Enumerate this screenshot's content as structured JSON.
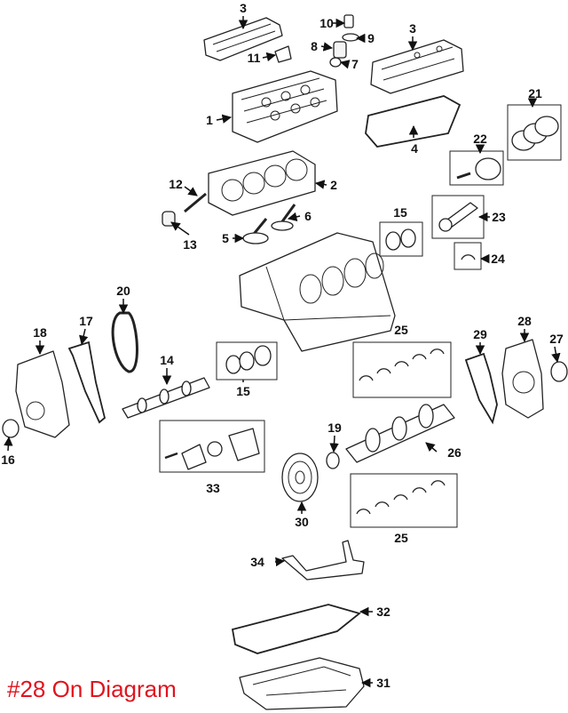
{
  "caption": "#28 On Diagram",
  "accent_color": "#e0141e",
  "callouts": {
    "c1": "1",
    "c2": "2",
    "c3a": "3",
    "c3b": "3",
    "c4": "4",
    "c5": "5",
    "c6": "6",
    "c7": "7",
    "c8": "8",
    "c9": "9",
    "c10": "10",
    "c11": "11",
    "c12": "12",
    "c13": "13",
    "c14": "14",
    "c15a": "15",
    "c15b": "15",
    "c16": "16",
    "c17": "17",
    "c18": "18",
    "c19": "19",
    "c20": "20",
    "c21": "21",
    "c22": "22",
    "c23": "23",
    "c24": "24",
    "c25a": "25",
    "c25b": "25",
    "c26": "26",
    "c27": "27",
    "c28": "28",
    "c29": "29",
    "c30": "30",
    "c31": "31",
    "c32": "32",
    "c33": "33",
    "c34": "34"
  }
}
